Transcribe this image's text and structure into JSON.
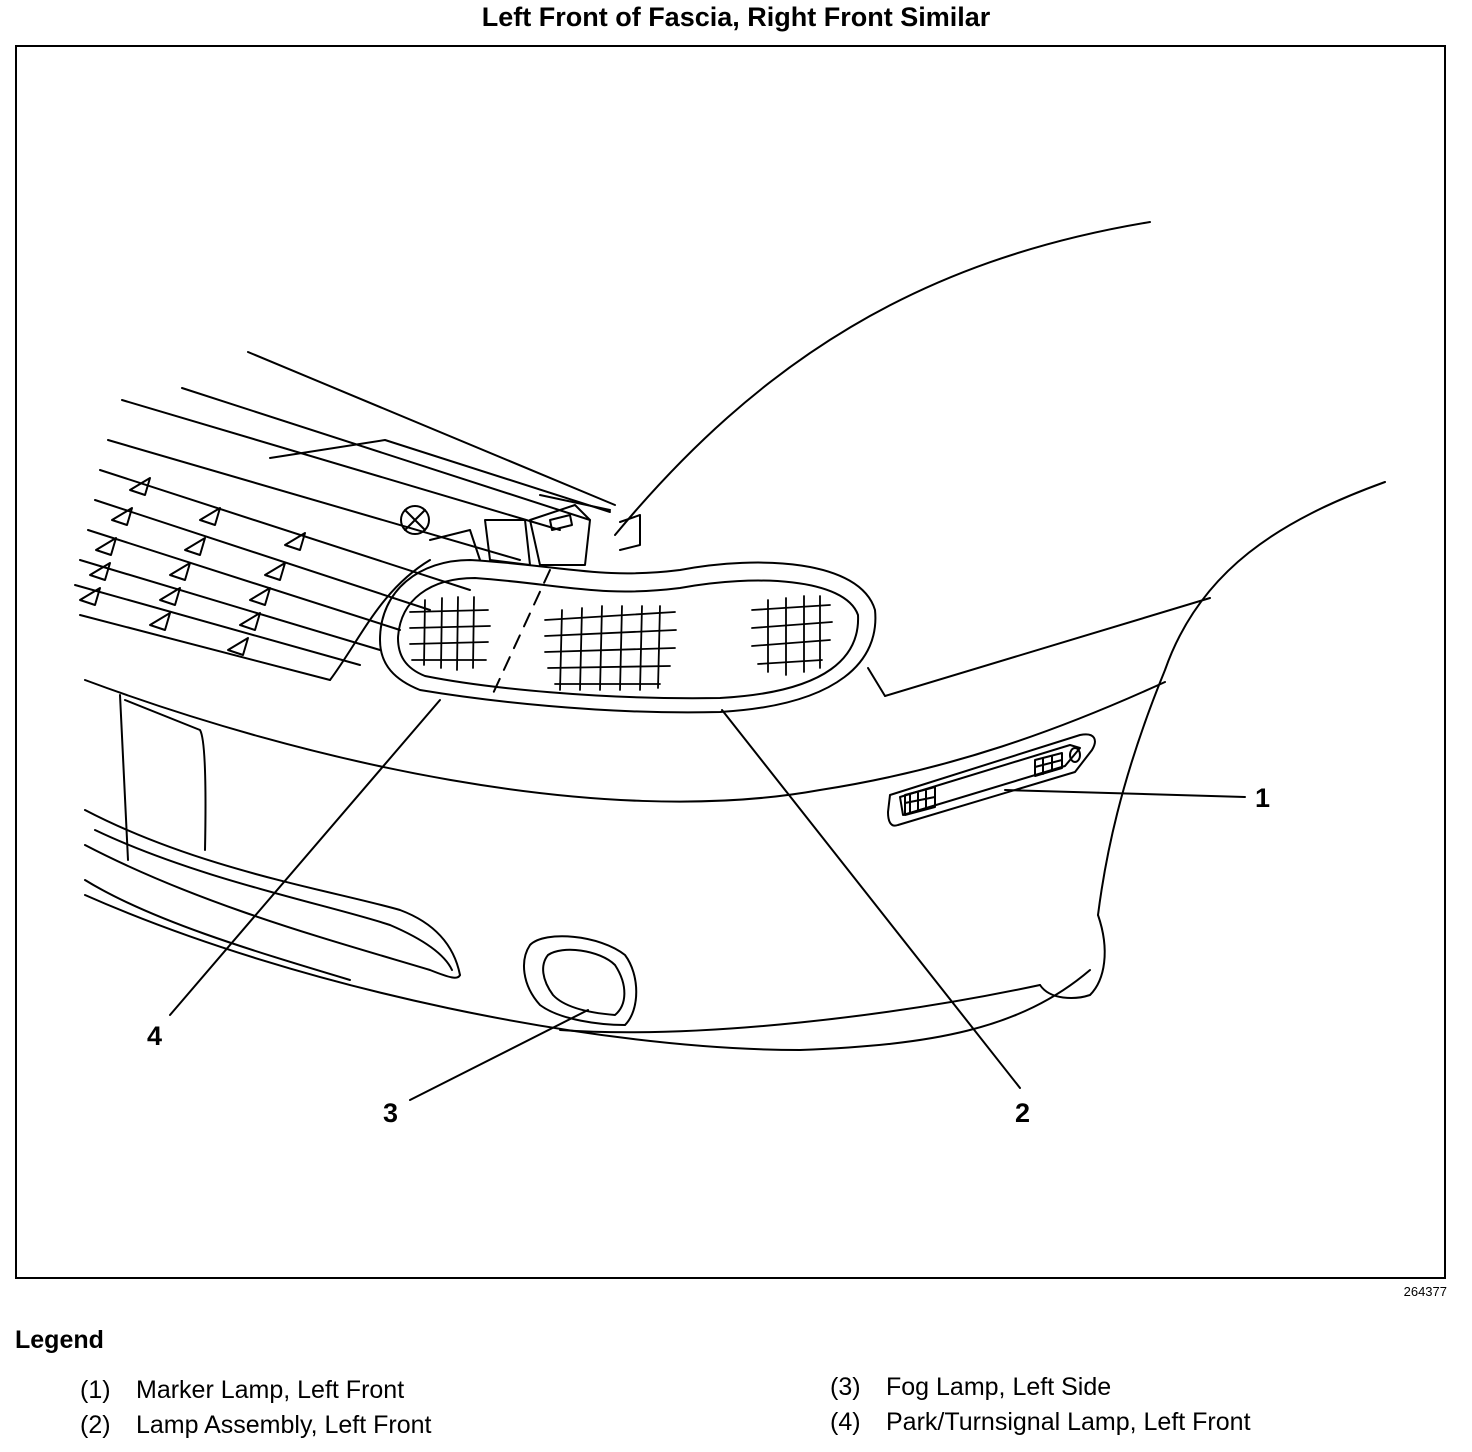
{
  "title": "Left Front of Fascia, Right Front Similar",
  "figure_id": "264377",
  "callouts": [
    "1",
    "2",
    "3",
    "4"
  ],
  "legend": {
    "title": "Legend",
    "items": [
      {
        "num": "(1)",
        "label": "Marker Lamp, Left Front"
      },
      {
        "num": "(2)",
        "label": "Lamp Assembly, Left Front"
      },
      {
        "num": "(3)",
        "label": "Fog Lamp, Left Side"
      },
      {
        "num": "(4)",
        "label": "Park/Turnsignal Lamp, Left Front"
      }
    ]
  }
}
